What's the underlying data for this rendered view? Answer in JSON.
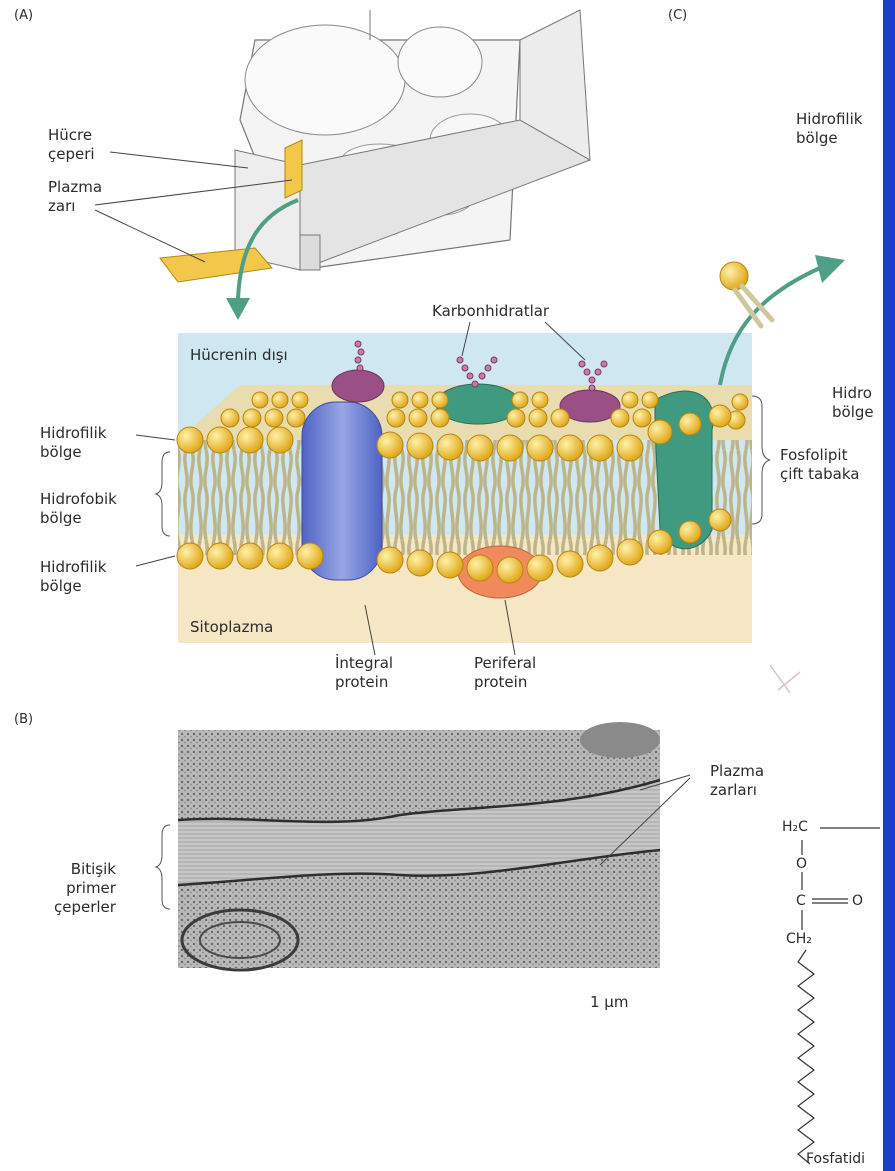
{
  "panels": {
    "a": "(A)",
    "b": "(B)",
    "c": "(C)"
  },
  "panel_a": {
    "cell_wall": "Hücre\nçeperi",
    "plasma_membrane": "Plazma\nzarı",
    "carbohydrates": "Karbonhidratlar",
    "outside_cell": "Hücrenin dışı",
    "hydrophilic_top": "Hidrofilik\nbölge",
    "hydrophobic": "Hidrofobik\nbölge",
    "hydrophilic_bottom": "Hidrofilik\nbölge",
    "phospholipid_bilayer": "Fosfolipit\nçift tabaka",
    "cytoplasm": "Sitoplazma",
    "integral_protein": "İntegral\nprotein",
    "peripheral_protein": "Periferal\nprotein"
  },
  "panel_b": {
    "adjacent_walls": "Bitişik\nprimer\nçeperler",
    "plasma_membranes": "Plazma\nzarları",
    "scale": "1 μm"
  },
  "panel_c": {
    "hydrophilic_1": "Hidrofilik\nbölge",
    "hydrophilic_2": "Hidro\nbölge",
    "h2c": "H₂C",
    "o": "O",
    "c": "C",
    "o2": "O",
    "ch2": "CH₂",
    "fosfatid": "Fosfatidi"
  },
  "colors": {
    "membrane_outer": "#cfe7f1",
    "membrane_inner": "#f5e6c4",
    "head": "#f2c230",
    "tail": "#d9d2a6",
    "integral": "#6d7fd0",
    "peripheral": "#f08a5d",
    "green_protein": "#3f9a80",
    "purple_protein": "#9a4f86",
    "accent_bar": "#1a3fc8"
  }
}
